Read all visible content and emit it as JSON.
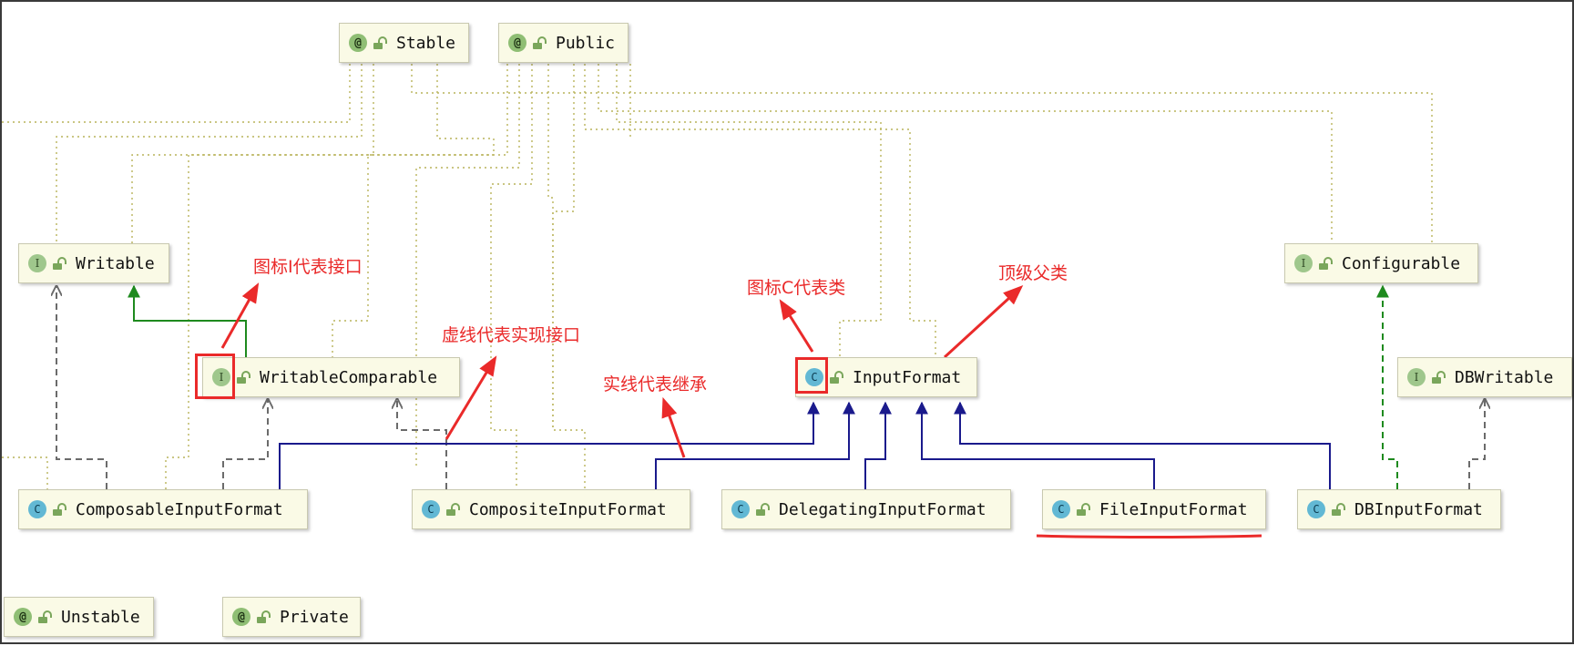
{
  "nodes": {
    "stable": {
      "label": "Stable",
      "kind": "@"
    },
    "public": {
      "label": "Public",
      "kind": "@"
    },
    "writable": {
      "label": "Writable",
      "kind": "I"
    },
    "configurable": {
      "label": "Configurable",
      "kind": "I"
    },
    "writable_comparable": {
      "label": "WritableComparable",
      "kind": "I"
    },
    "input_format": {
      "label": "InputFormat",
      "kind": "C"
    },
    "db_writable": {
      "label": "DBWritable",
      "kind": "I"
    },
    "composable_input_format": {
      "label": "ComposableInputFormat",
      "kind": "C"
    },
    "composite_input_format": {
      "label": "CompositeInputFormat",
      "kind": "C"
    },
    "delegating_input_format": {
      "label": "DelegatingInputFormat",
      "kind": "C"
    },
    "file_input_format": {
      "label": "FileInputFormat",
      "kind": "C"
    },
    "db_input_format": {
      "label": "DBInputFormat",
      "kind": "C"
    },
    "unstable": {
      "label": "Unstable",
      "kind": "@"
    },
    "private": {
      "label": "Private",
      "kind": "@"
    }
  },
  "annotations": {
    "interface_icon": "图标I代表接口",
    "dashed_line": "虚线代表实现接口",
    "class_icon": "图标C代表类",
    "solid_line": "实线代表继承",
    "top_parent": "顶级父类"
  },
  "colors": {
    "node_bg": "#fafae6",
    "annotation_red": "#ea2a2a",
    "extends_blue": "#1a1a8c",
    "extends_green": "#1e8a1e",
    "implements_gray": "#6b6b6b",
    "annotation_dotted": "#b9b35a"
  }
}
